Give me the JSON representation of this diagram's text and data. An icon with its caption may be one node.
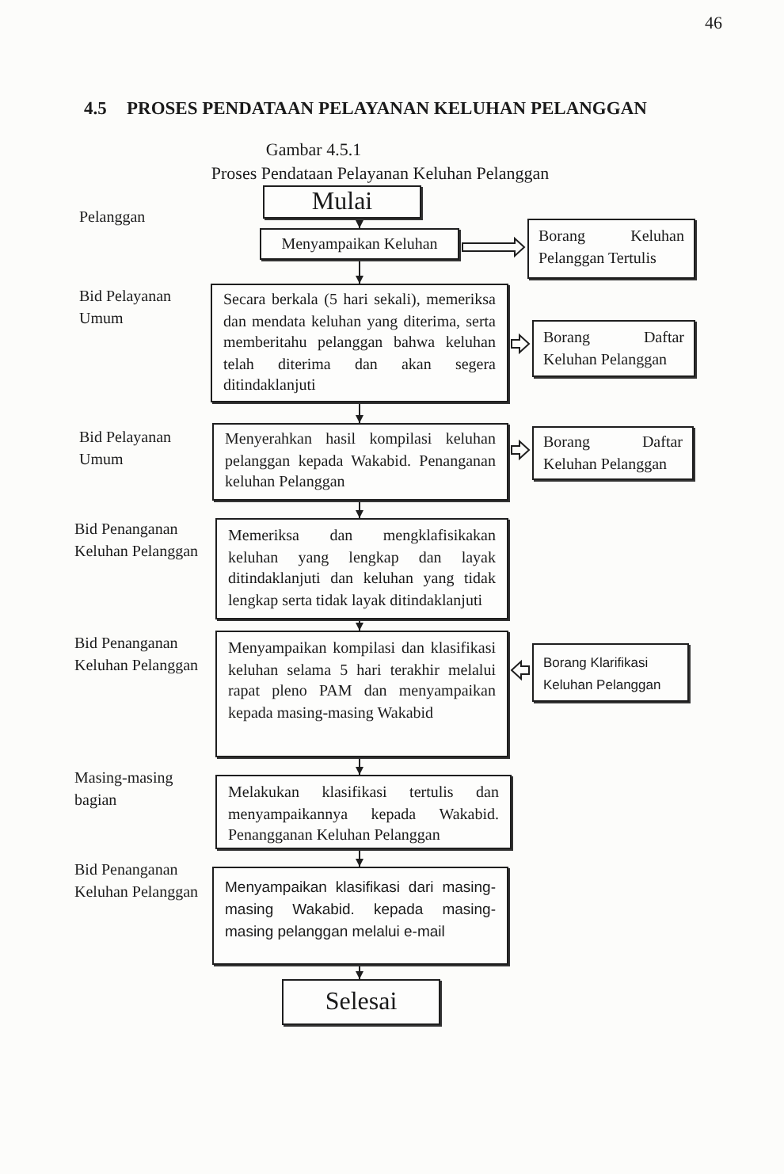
{
  "diagram": {
    "title": "Proses Pendataan Pelayanan Keluhan Pelanggan",
    "nodes": [
      {
        "text": [
          "Mulai"
        ]
      },
      {
        "text": [
          "Menyampaikan Keluhan"
        ]
      },
      {
        "text": [
          "Borang Keluhan Pelanggan Tertulis"
        ]
      },
      {
        "text": [
          "Secara berkala (5 hari sekali), memeriksa dan mendata keluhan yang diterima, serta memberitahu pelanggan bahwa keluhan telah diterima dan akan segera ditindaklanjuti"
        ]
      },
      {
        "text": [
          "Borang Daftar Keluhan Pelanggan"
        ]
      },
      {
        "text": [
          "Menyerahkan hasil kompilasi keluhan pelanggan kepada Wakabid. Penanganan keluhan Pelanggan"
        ]
      },
      {
        "text": [
          "Borang Daftar Keluhan Pelanggan"
        ]
      },
      {
        "text": [
          "Memeriksa dan mengklafisikakan keluhan yang lengkap dan layak ditindaklanjuti dan keluhan yang tidak lengkap serta tidak layak ditindaklanjuti"
        ]
      },
      {
        "text": [
          "Menyampaikan kompilasi dan klasifikasi keluhan selama 5 hari terakhir melalui rapat pleno PAM dan menyampaikan kepada masing-masing Wakabid"
        ]
      },
      {
        "text": [
          "Borang Klarifikasi Keluhan Pelanggan"
        ]
      },
      {
        "text": [
          "Melakukan klasifikasi tertulis dan menyampaikannya kepada Wakabid. Penangganan Keluhan Pelanggan"
        ]
      },
      {
        "text": [
          "Menyampaikan klasifikasi dari masing-masing Wakabid. kepada masing-masing pelanggan melalui e-mail"
        ]
      },
      {
        "text": [
          "Selesai"
        ]
      }
    ],
    "edges": [
      {
        "from": 0,
        "to": 1,
        "arrow": "to"
      },
      {
        "from": 1,
        "to": 3,
        "arrow": "to"
      },
      {
        "from": 3,
        "to": 5,
        "arrow": "to"
      },
      {
        "from": 5,
        "to": 7,
        "arrow": "to"
      },
      {
        "from": 7,
        "to": 8,
        "arrow": "to"
      },
      {
        "from": 8,
        "to": 10,
        "arrow": "to"
      },
      {
        "from": 10,
        "to": 11,
        "arrow": "to"
      },
      {
        "from": 11,
        "to": 12,
        "arrow": "to"
      },
      {
        "from": 1,
        "to": 2,
        "arrow": "to",
        "style": "thick"
      },
      {
        "from": 3,
        "to": 4,
        "arrow": "to",
        "style": "thick"
      },
      {
        "from": 5,
        "to": 6,
        "arrow": "to",
        "style": "thick"
      },
      {
        "from": 9,
        "to": 8,
        "arrow": "to",
        "style": "thick"
      }
    ],
    "labels": [
      "46",
      "4.5",
      "PROSES PENDATAAN PELAYANAN KELUHAN PELANGGAN",
      "Gambar 4.5.1",
      "Pelanggan",
      "Bid Pelayanan Umum",
      "Bid Pelayanan Umum",
      "Bid Penanganan Keluhan Pelanggan",
      "Bid Penanganan Keluhan Pelanggan",
      "Masing-masing bagian",
      "Bid Penanganan Keluhan Pelanggan"
    ]
  }
}
